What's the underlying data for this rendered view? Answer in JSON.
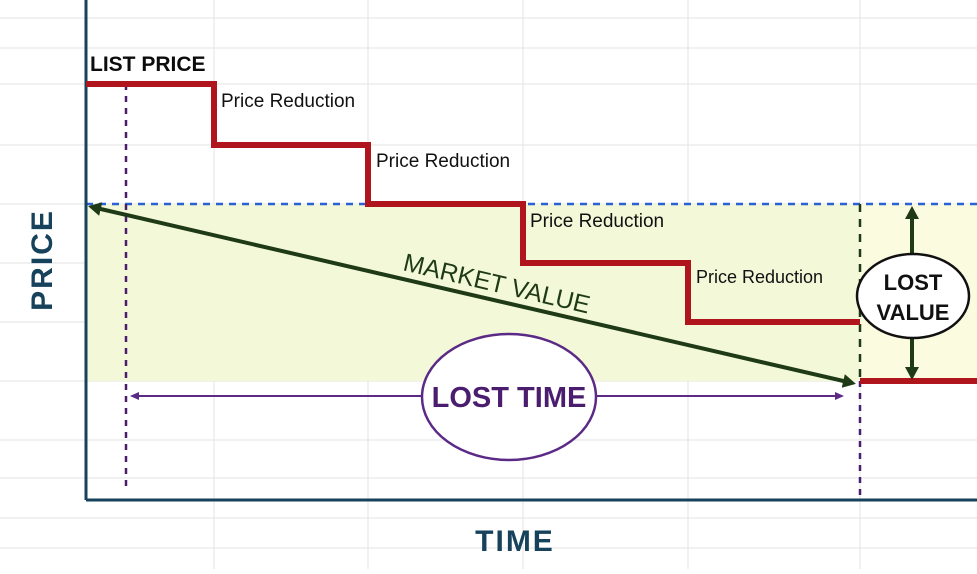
{
  "diagram": {
    "list_price_label": "LIST PRICE",
    "price_reductions": [
      "Price Reduction",
      "Price Reduction",
      "Price Reduction",
      "Price Reduction"
    ],
    "market_value_label": "MARKET VALUE",
    "lost_time_label": "LOST TIME",
    "lost_value_label_line1": "LOST",
    "lost_value_label_line2": "VALUE",
    "y_axis_label": "PRICE",
    "x_axis_label": "TIME"
  },
  "colors": {
    "price_line": "#b0141c",
    "market_arrow": "#1f3a16",
    "lost_time": "#5b2a86",
    "value_zone_fill": "#f2f8d8",
    "lost_value_fill": "#fbfbe0",
    "dashed_reference": "#2a62d6",
    "axis": "#16425b",
    "grid": "#e3e3e3"
  }
}
